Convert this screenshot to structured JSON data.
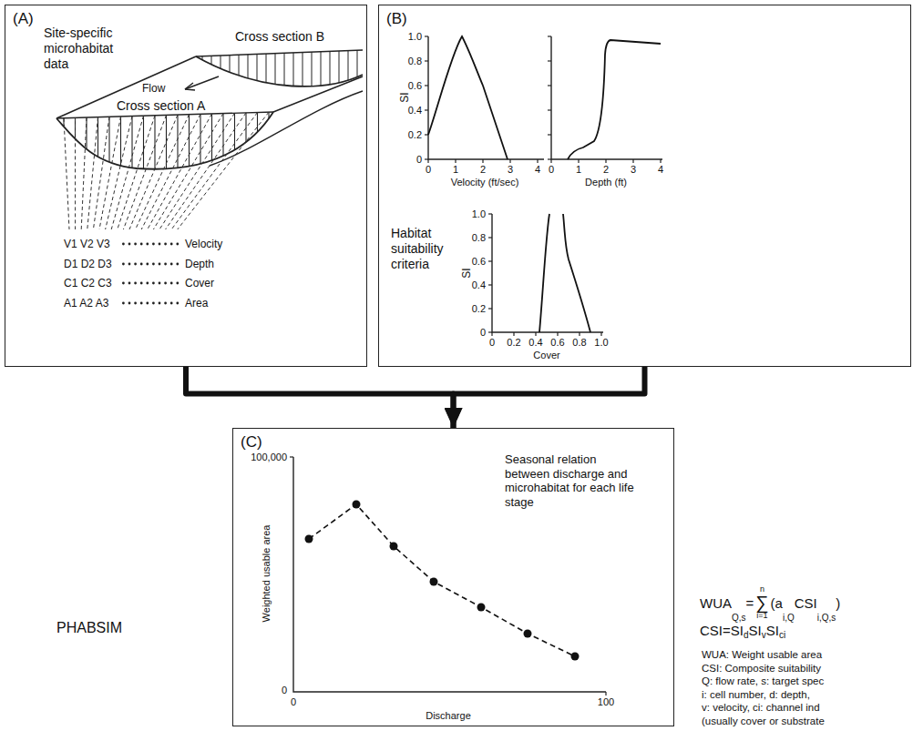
{
  "diagram": {
    "nodes": [
      {
        "text": [
          "(A)",
          "Site-specific microhabitat data"
        ]
      },
      {
        "text": [
          "(B)",
          "Habitat suitability criteria"
        ]
      },
      {
        "text": [
          "(C)",
          "Seasonal relation between discharge and microhabitat for each life stage"
        ]
      }
    ],
    "edges": [
      {
        "from": 0,
        "to": 2,
        "arrow": "to"
      },
      {
        "from": 1,
        "to": 2,
        "arrow": "to"
      }
    ],
    "labels": [
      "Cross section B",
      "Flow",
      "Cross section A",
      "V1 V2 V3",
      "Velocity",
      "D1 D2 D3",
      "Depth",
      "C1 C2 C3",
      "Cover",
      "A1 A2 A3",
      "Area",
      "1.0",
      "0.8",
      "0.6",
      "0.4",
      "0.2",
      "0",
      "SI",
      "0",
      "1",
      "2",
      "3",
      "4",
      "Velocity (ft/sec)",
      "0",
      "1",
      "2",
      "3",
      "4",
      "Depth (ft)",
      "1.0",
      "0.8",
      "0.6",
      "0.4",
      "0.2",
      "0",
      "SI",
      "0",
      "0.2",
      "0.4",
      "0.6",
      "0.8",
      "1.0",
      "Cover",
      "100,000",
      "0",
      "Weighted usable area",
      "0",
      "Discharge",
      "100",
      "PHABSIM",
      "WUA",
      "Q,s",
      "=",
      "∑",
      "n",
      "i=1",
      "(a",
      "i,Q",
      "CSI",
      "i,Q,s",
      ")",
      "CSI=SI",
      "d",
      "SI",
      "v",
      "SI",
      "ci",
      "WUA: Weight usable area",
      "CSI: Composite suitability",
      "Q: flow rate, s: target spec",
      "i: cell number, d: depth,",
      "v: velocity, ci: channel ind",
      "(usually cover or substrate"
    ]
  }
}
